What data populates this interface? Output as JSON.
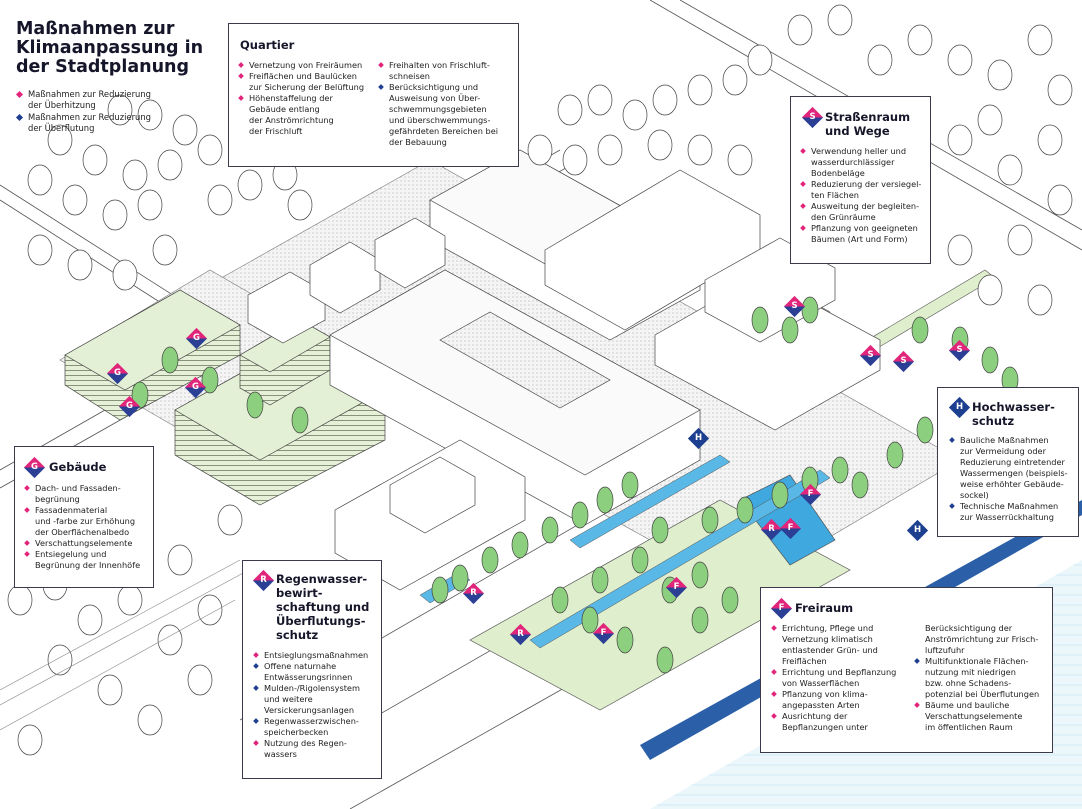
{
  "title": [
    "Maßnahmen zur",
    "Klimaanpassung in",
    "der Stadtplanung"
  ],
  "legend": [
    {
      "color": "pink",
      "lines": [
        "Maßnahmen zur Reduzierung",
        "der Überhitzung"
      ]
    },
    {
      "color": "blue",
      "lines": [
        "Maßnahmen zur Reduzierung",
        "der Überflutung"
      ]
    }
  ],
  "quartier": {
    "title": "Quartier",
    "col1": [
      {
        "color": "pink",
        "lines": [
          "Vernetzung von Freiräumen"
        ]
      },
      {
        "color": "pink",
        "lines": [
          "Freiflächen und Baulücken",
          "zur Sicherung der Belüftung"
        ]
      },
      {
        "color": "pink",
        "lines": [
          "Höhenstaffelung der",
          "Gebäude entlang",
          "der Anströmrichtung",
          "der Frischluft"
        ]
      }
    ],
    "col2": [
      {
        "color": "pink",
        "lines": [
          "Freihalten von Frischluft-",
          "schneisen"
        ]
      },
      {
        "color": "blue",
        "lines": [
          "Berücksichtigung und",
          "Ausweisung von Über-",
          "schwemmungsgebieten",
          "und überschwemmungs-",
          "gefährdeten Bereichen bei",
          "der Bebauung"
        ]
      }
    ]
  },
  "strassen": {
    "icon": "S",
    "title": [
      "Straßenraum",
      "und Wege"
    ],
    "items": [
      {
        "color": "pink",
        "lines": [
          "Verwendung heller und",
          "wasserdurchlässiger",
          "Bodenbeläge"
        ]
      },
      {
        "color": "pink",
        "lines": [
          "Reduzierung der versiegel-",
          "ten Flächen"
        ]
      },
      {
        "color": "pink",
        "lines": [
          "Ausweitung der begleiten-",
          "den Grünräume"
        ]
      },
      {
        "color": "pink",
        "lines": [
          "Pflanzung von geeigneten",
          "Bäumen (Art und Form)"
        ]
      }
    ]
  },
  "hochwasser": {
    "icon": "H",
    "title": [
      "Hochwasser-",
      "schutz"
    ],
    "items": [
      {
        "color": "blue",
        "lines": [
          "Bauliche Maßnahmen",
          "zur Vermeidung oder",
          "Reduzierung eintretender",
          "Wassermengen (beispiels-",
          "weise erhöhter Gebäude-",
          "sockel)"
        ]
      },
      {
        "color": "blue",
        "lines": [
          "Technische Maßnahmen",
          "zur Wasserrückhaltung"
        ]
      }
    ]
  },
  "gebaeude": {
    "icon": "G",
    "title": [
      "Gebäude"
    ],
    "items": [
      {
        "color": "pink",
        "lines": [
          "Dach- und Fassaden-",
          "begrünung"
        ]
      },
      {
        "color": "pink",
        "lines": [
          "Fassadenmaterial",
          "und -farbe zur Erhöhung",
          "der Oberflächenalbedo"
        ]
      },
      {
        "color": "pink",
        "lines": [
          "Verschattungselemente"
        ]
      },
      {
        "color": "pink",
        "lines": [
          "Entsiegelung und",
          "Begrünung der Innenhöfe"
        ]
      }
    ]
  },
  "regenwasser": {
    "icon": "R",
    "title": [
      "Regenwasser-",
      "bewirt-",
      "schaftung und",
      "Überflutungs-",
      "schutz"
    ],
    "items": [
      {
        "color": "pink",
        "lines": [
          "Entsieglungsmaßnahmen"
        ]
      },
      {
        "color": "blue",
        "lines": [
          "Offene naturnahe",
          "Entwässerungsrinnen"
        ]
      },
      {
        "color": "blue",
        "lines": [
          "Mulden-/Rigolensystem",
          "und weitere",
          "Versickerungsanlagen"
        ]
      },
      {
        "color": "blue",
        "lines": [
          "Regenwasserzwischen-",
          "speicherbecken"
        ]
      },
      {
        "color": "pink",
        "lines": [
          "Nutzung des Regen-",
          "wassers"
        ]
      }
    ]
  },
  "freiraum": {
    "icon": "F",
    "title": [
      "Freiraum"
    ],
    "col1": [
      {
        "color": "pink",
        "lines": [
          "Errichtung, Pflege und",
          "Vernetzung klimatisch",
          "entlastender Grün- und",
          "Freiflächen"
        ]
      },
      {
        "color": "pink",
        "lines": [
          "Errichtung und Bepflanzung",
          "von Wasserflächen"
        ]
      },
      {
        "color": "pink",
        "lines": [
          "Pflanzung von klima-",
          "angepassten Arten"
        ]
      },
      {
        "color": "pink",
        "lines": [
          "Ausrichtung der",
          "Bepflanzungen unter"
        ]
      }
    ],
    "col2": [
      {
        "color": "none",
        "lines": [
          "Berücksichtigung der",
          "Anströmrichtung zur Frisch-",
          "luftzufuhr"
        ]
      },
      {
        "color": "blue",
        "lines": [
          "Multifunktionale Flächen-",
          "nutzung mit niedrigen",
          "bzw. ohne Schadens-",
          "potenzial bei Überflutungen"
        ]
      },
      {
        "color": "pink",
        "lines": [
          "Bäume und bauliche",
          "Verschattungselemente",
          "im öffentlichen Raum"
        ]
      }
    ]
  },
  "map_markers": [
    "G",
    "G",
    "G",
    "G",
    "S",
    "S",
    "S",
    "S",
    "H",
    "H",
    "R",
    "R",
    "R",
    "F",
    "F",
    "F",
    "F"
  ]
}
